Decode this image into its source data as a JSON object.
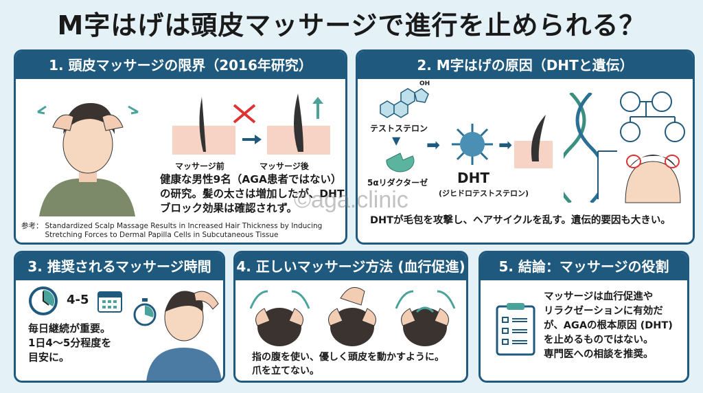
{
  "title": "M字はげは頭皮マッサージで進行を止められる？",
  "watermark": "©aga.clinic",
  "panel1": {
    "header": "1. 頭皮マッサージの限界（2016年研究）",
    "before": "マッサージ前",
    "after": "マッサージ後",
    "body": [
      "健康な男性9名（AGA患者ではない）",
      "の研究。髪の太さは増加したが、DHT",
      "ブロック効果は確認されず。"
    ],
    "ref_label": "参考：",
    "ref": [
      "Standardized Scalp Massage Results in Increased Hair Thickness by Inducing",
      "Stretching Forces to Dermal Papilla Cells in Subcutaneous Tissue"
    ]
  },
  "panel2": {
    "header": "2. M字はげの原因（DHTと遺伝）",
    "testosterone": "テストステロン",
    "oh": "OH",
    "enzyme": "5αリダクターゼ",
    "dht": "DHT",
    "dht_full": "(ジヒドロテストステロン)",
    "body": "DHTが毛包を攻撃し、ヘアサイクルを乱す。遺伝的要因も大きい。"
  },
  "panel3": {
    "header": "3. 推奨されるマッサージ時間",
    "count": "4-5",
    "body": [
      "毎日継続が重要。",
      "1日4〜5分程度を",
      "目安に。"
    ]
  },
  "panel4": {
    "header": "4. 正しいマッサージ方法 (血行促進)",
    "body": [
      "指の腹を使い、優しく頭皮を動かすように。",
      "爪を立てない。"
    ]
  },
  "panel5": {
    "header": "5. 結論：マッサージの役割",
    "body": [
      "マッサージは血行促進や",
      "リラクゼーションに有効だ",
      "が、AGAの根本原因 (DHT)",
      "を止めるものではない。",
      "専門医への相談を推奨。"
    ]
  },
  "colors": {
    "header": "#1f5a7e",
    "accent": "#4aa39a",
    "skin": "#f6d3c4"
  }
}
